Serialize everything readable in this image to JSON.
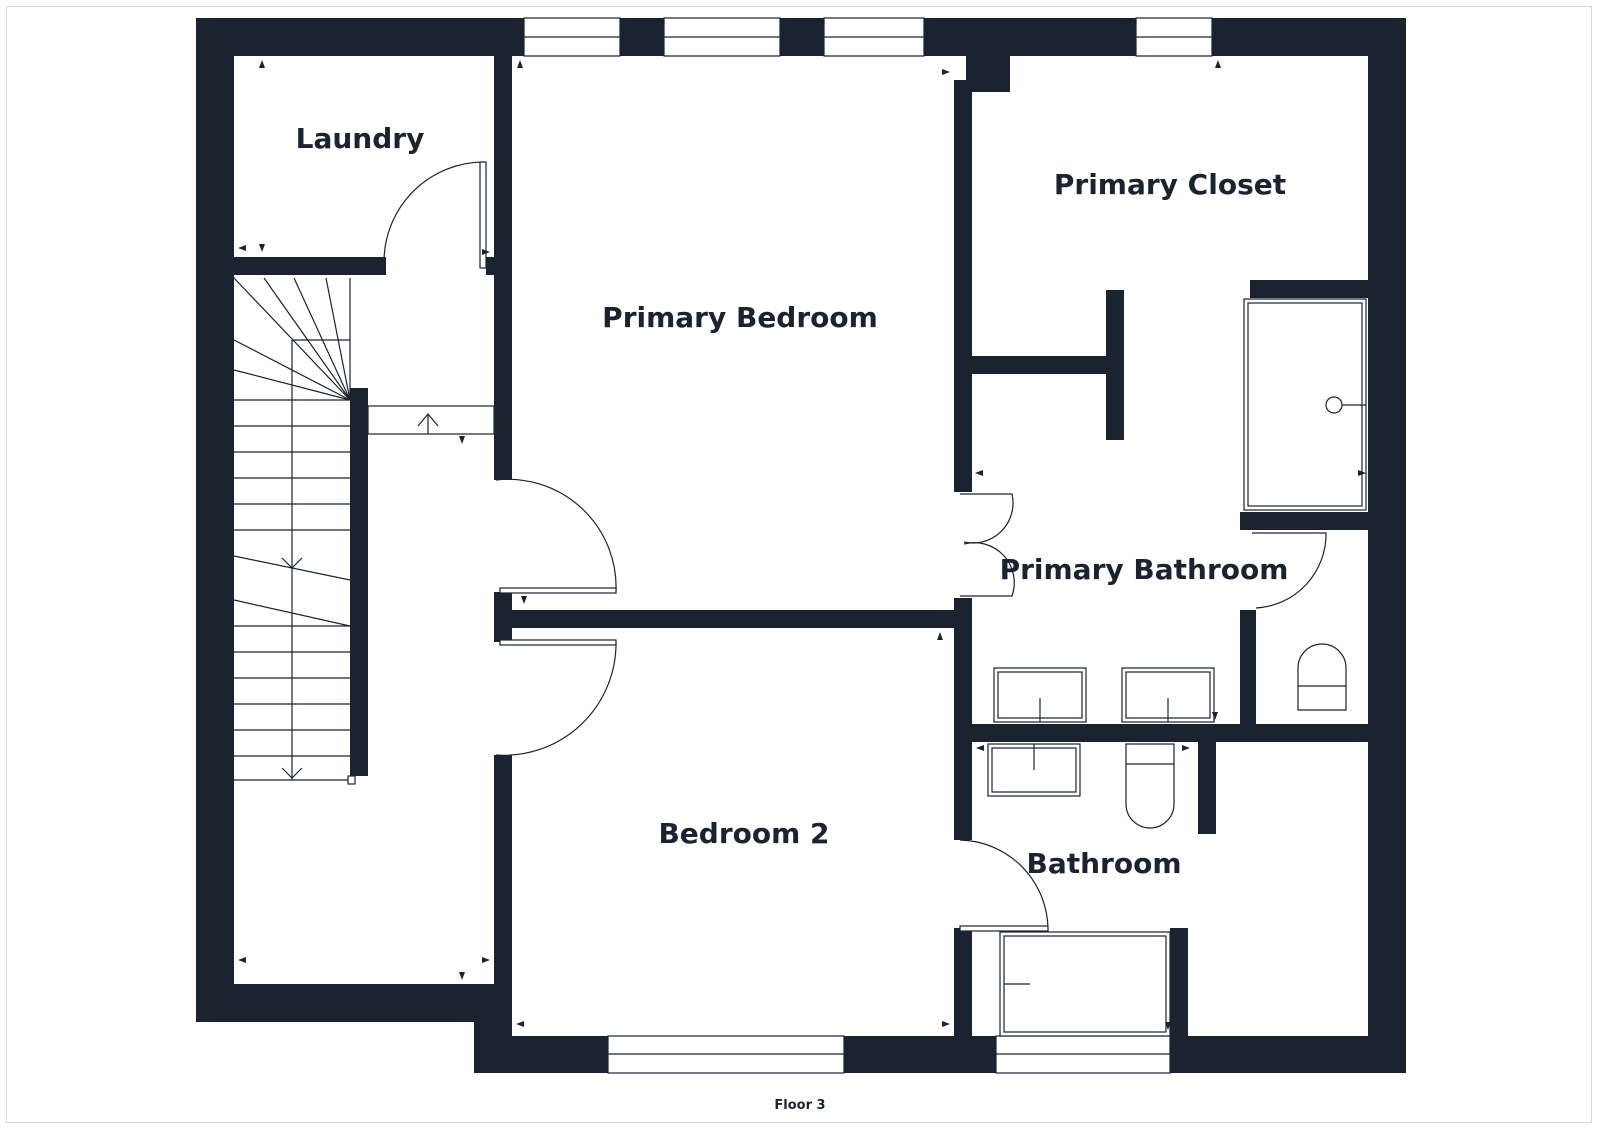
{
  "plan": {
    "floor_label": "Floor 3",
    "colors": {
      "wall": "#1b2331",
      "background": "#ffffff"
    },
    "rooms": {
      "laundry": "Laundry",
      "primary_bedroom": "Primary Bedroom",
      "primary_closet": "Primary Closet",
      "primary_bathroom": "Primary Bathroom",
      "bedroom_2": "Bedroom 2",
      "bathroom": "Bathroom"
    }
  }
}
